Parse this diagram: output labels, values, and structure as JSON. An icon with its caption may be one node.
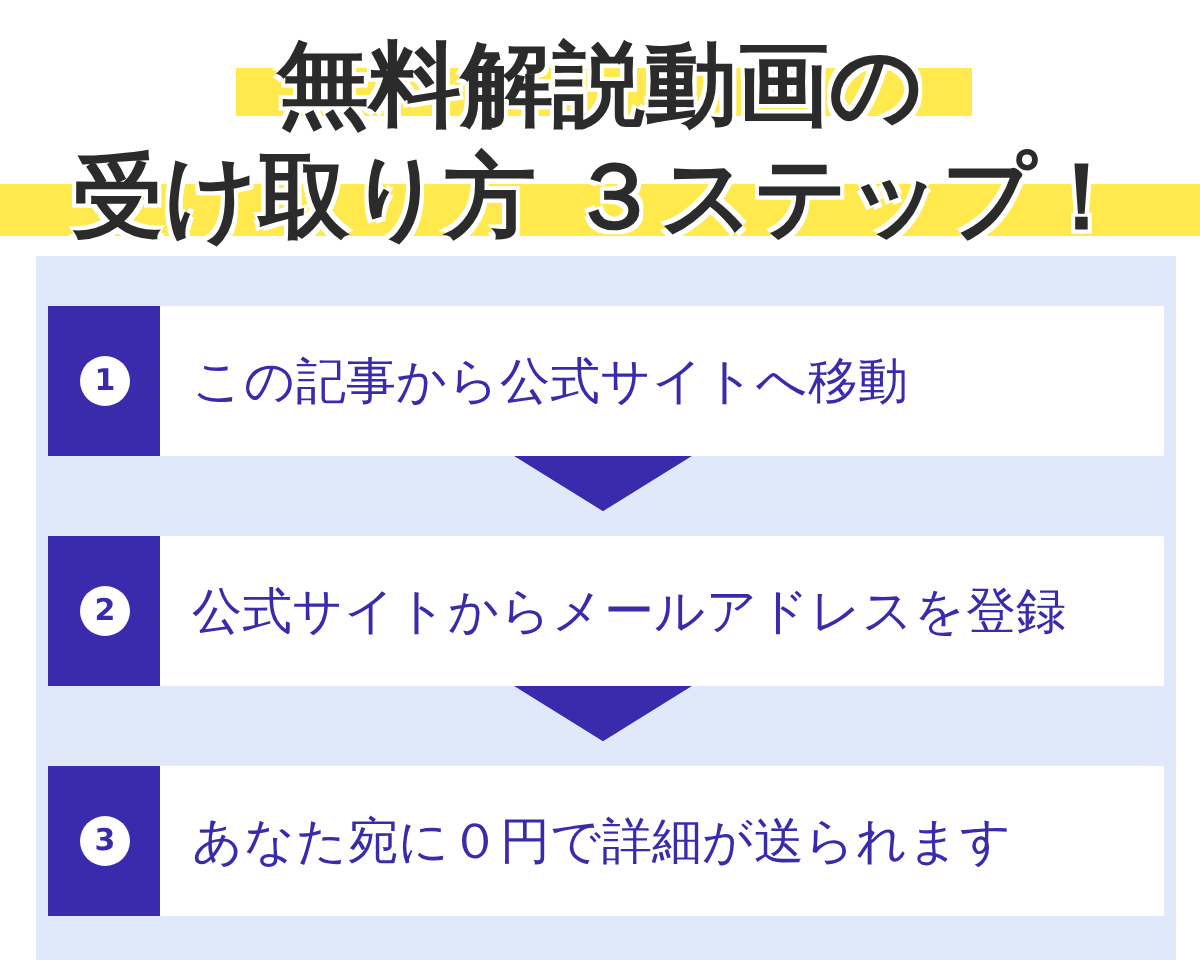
{
  "diagram": {
    "title": "無料解説動画の",
    "nodes": [
      {
        "text": [
          "1",
          "この記事から公式サイトへ移動"
        ]
      },
      {
        "text": [
          "2",
          "公式サイトからメールアドレスを登録"
        ]
      },
      {
        "text": [
          "3",
          "あなた宛に０円で詳細が送られます"
        ]
      }
    ],
    "edges": [
      {
        "from": 0,
        "to": 1,
        "arrow": "to"
      },
      {
        "from": 1,
        "to": 2,
        "arrow": "to"
      }
    ],
    "labels": [
      "受け取り方 ３ステップ！"
    ]
  }
}
